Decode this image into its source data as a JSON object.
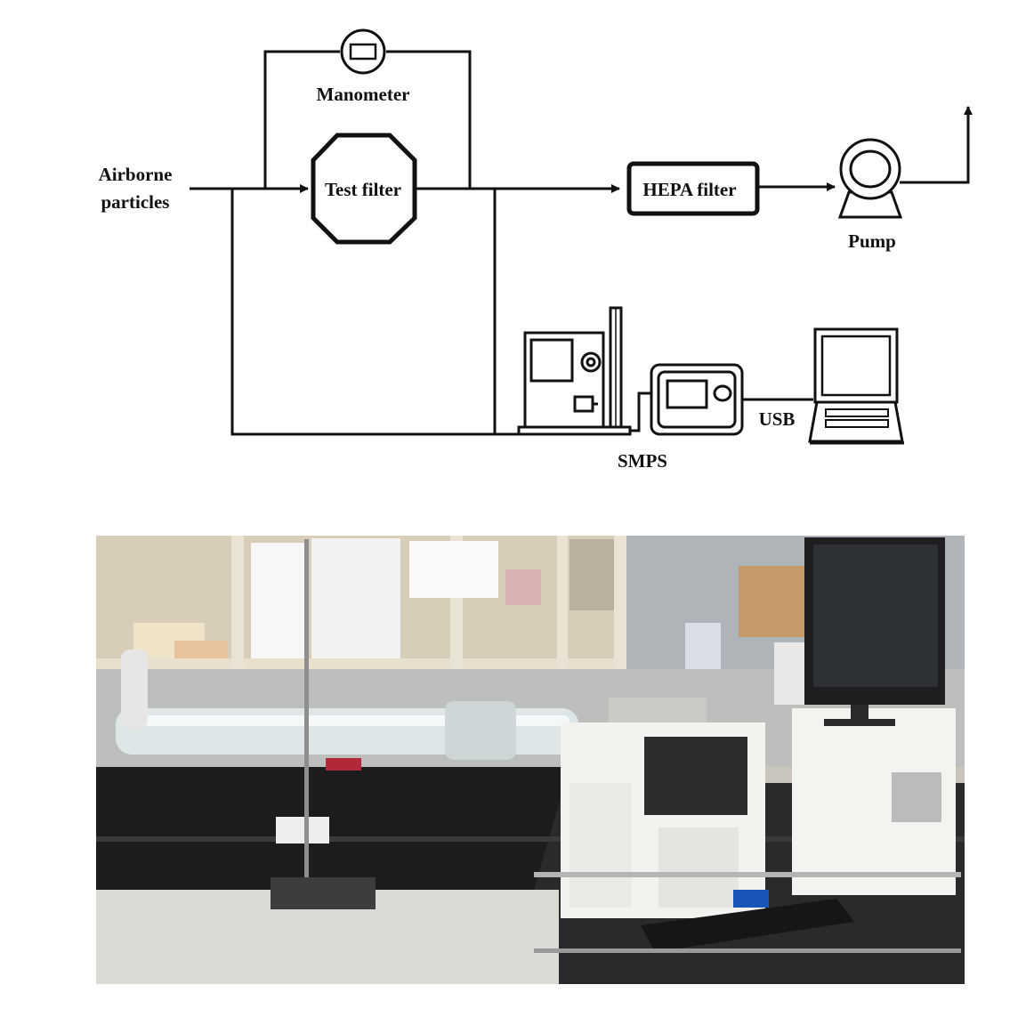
{
  "diagram": {
    "labels": {
      "airborne_line1": "Airborne",
      "airborne_line2": "particles",
      "manometer": "Manometer",
      "test_filter": "Test filter",
      "hepa_filter": "HEPA  filter",
      "pump": "Pump",
      "usb": "USB",
      "smps": "SMPS"
    },
    "icons": [
      "manometer-icon",
      "test-filter-octagon-icon",
      "hepa-filter-box-icon",
      "pump-icon",
      "smps-classifier-icon",
      "particle-counter-icon",
      "laptop-icon",
      "exhaust-arrow-icon"
    ]
  },
  "photo": {
    "description_items": [
      "lab-bench",
      "filter-test-glass-tube",
      "retort-stand",
      "smps-unit",
      "particle-counter",
      "monitor",
      "computer-case",
      "keyboard",
      "shelves"
    ]
  },
  "colors": {
    "line": "#111111",
    "background": "#ffffff"
  }
}
